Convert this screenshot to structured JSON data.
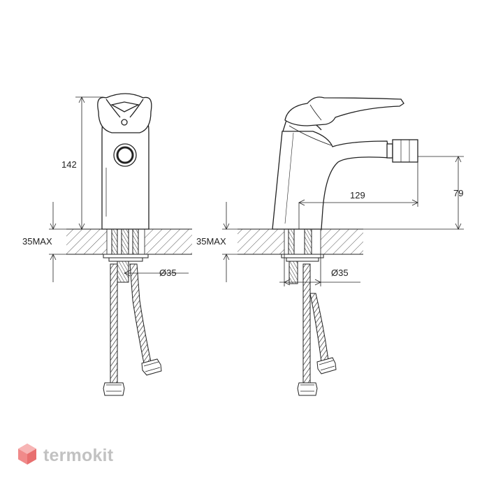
{
  "dimensions": {
    "height": "142",
    "max_thickness_left": "35MAX",
    "max_thickness_right": "35MAX",
    "hole_left": "Ø35",
    "hole_right": "Ø35",
    "reach": "129",
    "outlet_height": "79"
  },
  "brand": {
    "name": "termokit",
    "icon": "hexagon-cube-icon"
  }
}
